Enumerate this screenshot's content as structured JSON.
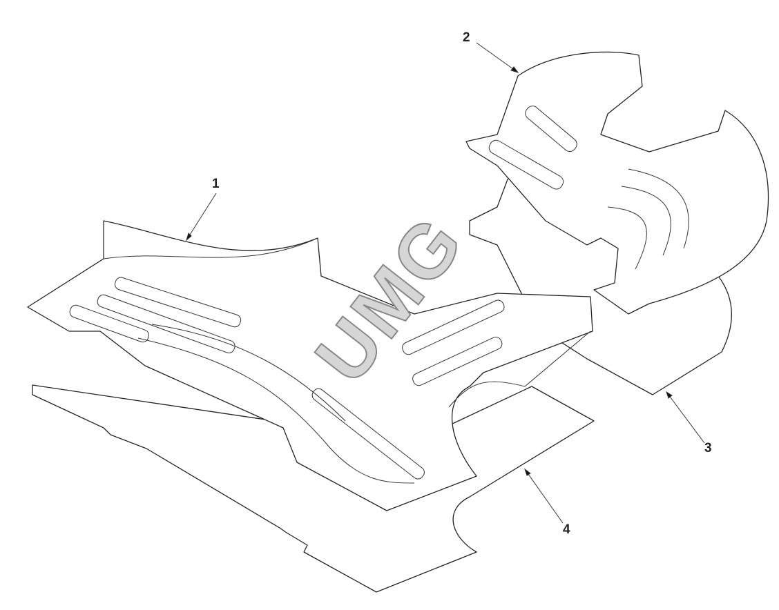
{
  "diagram": {
    "callouts": [
      "1",
      "2",
      "3",
      "4"
    ],
    "watermark": "UMG"
  }
}
